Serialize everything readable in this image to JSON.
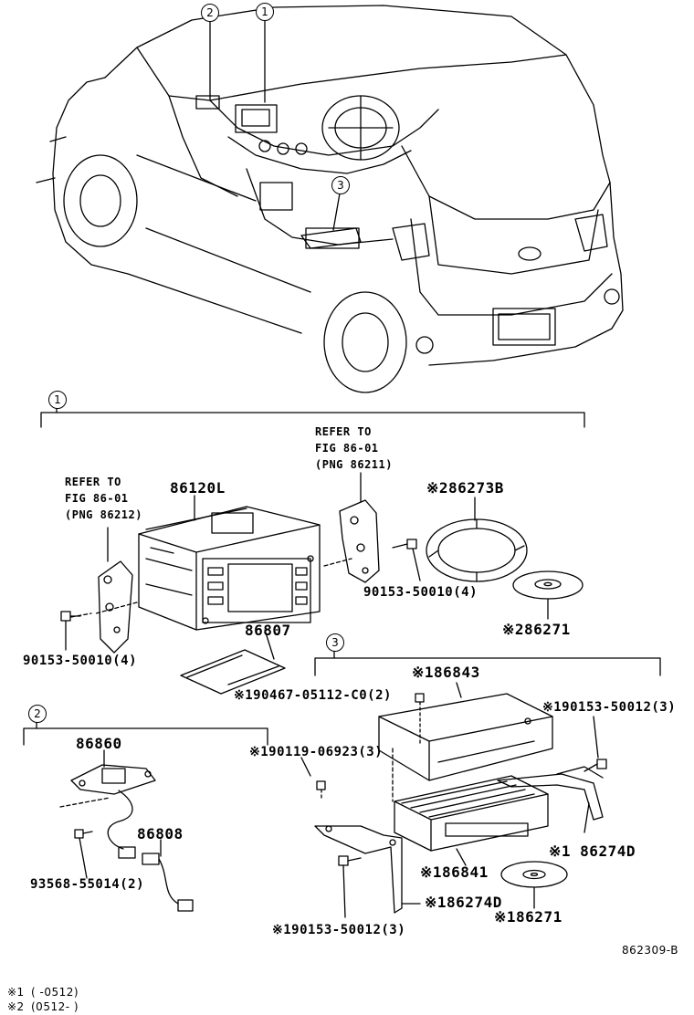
{
  "callouts": [
    "1",
    "2",
    "3"
  ],
  "section1": {
    "callout": "1",
    "refer_left": [
      "REFER TO",
      "FIG 86-01",
      "(PNG 86212)"
    ],
    "refer_right": [
      "REFER TO",
      "FIG 86-01",
      "(PNG 86211)"
    ],
    "parts": {
      "radio_unit": "86120L",
      "ring": "※286273B",
      "bolt_right": "90153-50010(4)",
      "disc": "※286271",
      "bolt_left": "90153-50010(4)",
      "plate": "86807"
    }
  },
  "section2": {
    "callout": "2",
    "parts": {
      "module": "86860",
      "screw": "※190119-06923(3)",
      "cord": "86808",
      "bolt": "93568-55014(2)"
    }
  },
  "section3": {
    "callout": "3",
    "parts": {
      "cover": "※186843",
      "screw_top": "※190467-05112-C0(2)",
      "bolt_right": "※190153-50012(3)",
      "bracket_right": "※1 86274D",
      "changer": "※186841",
      "bracket_bottom": "※186274D",
      "disc": "※186271",
      "bolt_bottom": "※190153-50012(3)"
    }
  },
  "figure_id": "862309-B",
  "footnotes": [
    {
      "mark": "※1",
      "range": "(      -0512)"
    },
    {
      "mark": "※2",
      "range": "(0512-        )"
    }
  ]
}
